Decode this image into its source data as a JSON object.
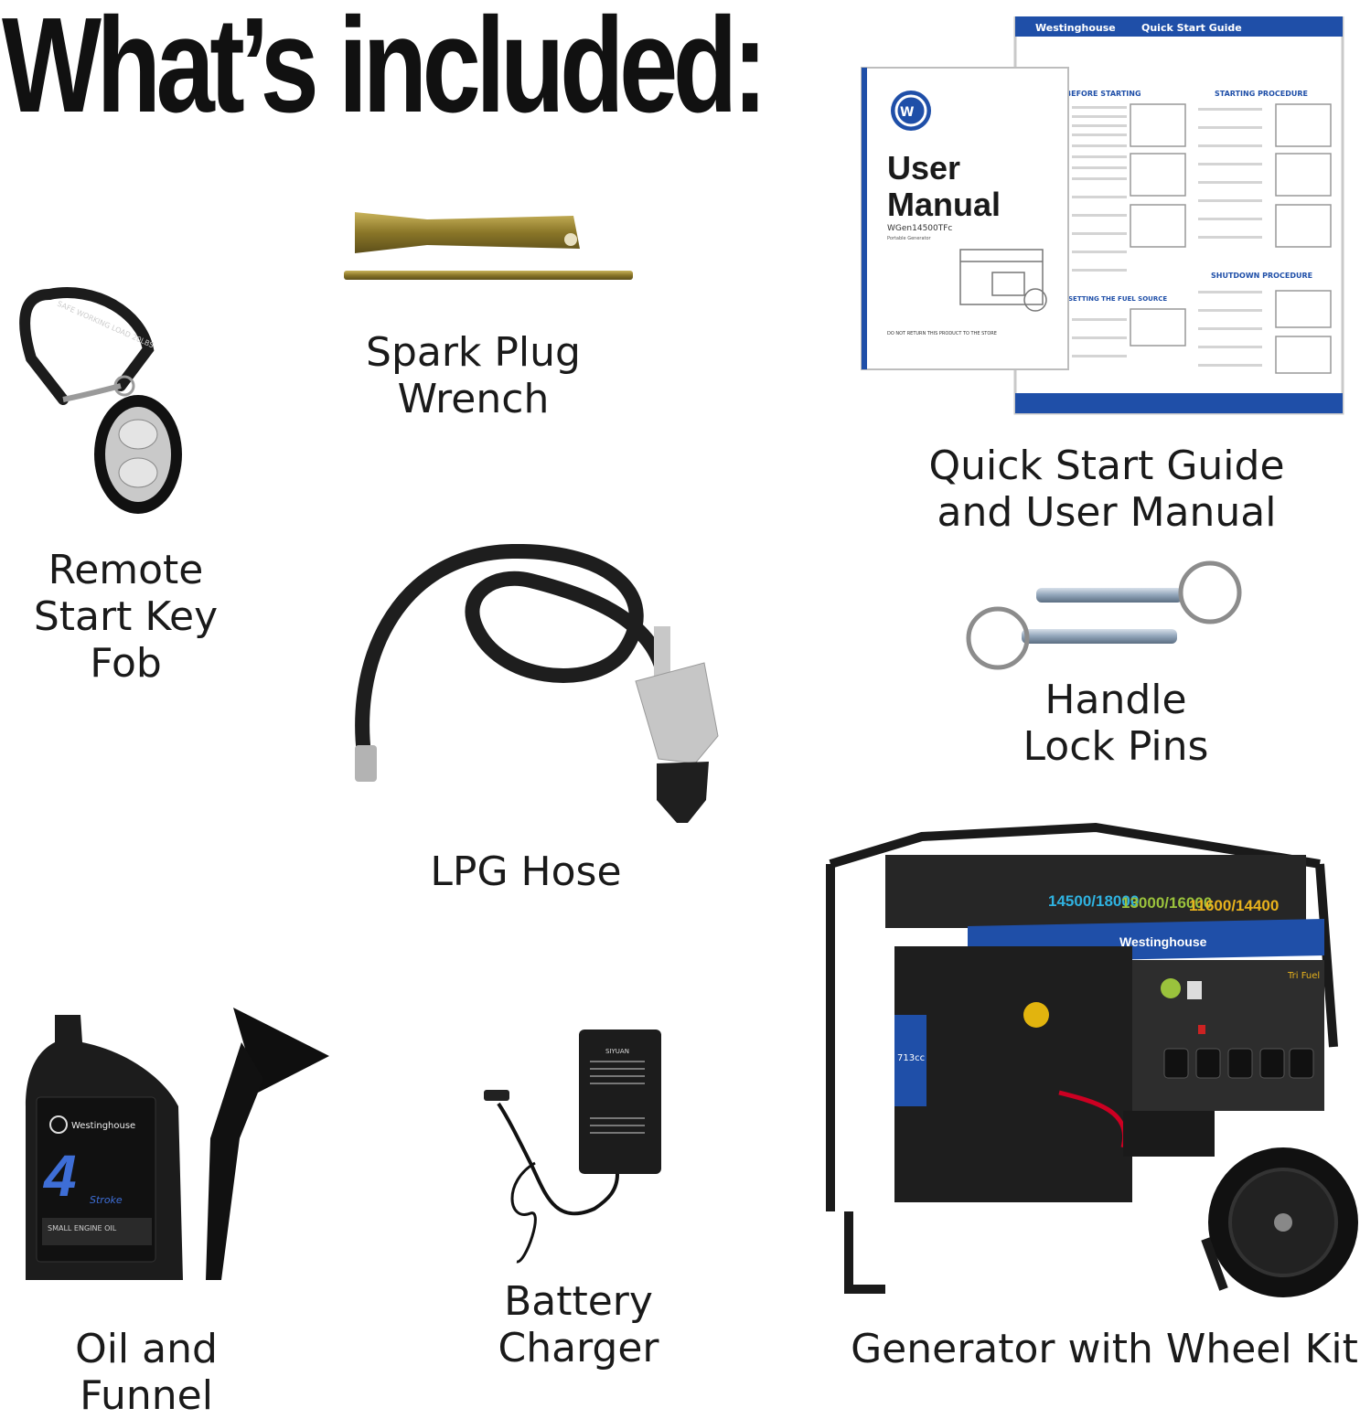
{
  "heading": "What’s included:",
  "items": {
    "keyfob": {
      "label": "Remote\nStart Key\nFob",
      "carabiner_text": "SAFE WORKING LOAD 20LBS"
    },
    "wrench": {
      "label": "Spark Plug\nWrench"
    },
    "manual": {
      "label": "Quick Start Guide\nand User Manual",
      "manual_title": "User\nManual",
      "model": "WGen14500TFc",
      "subtitle": "Portable Generator",
      "brand": "Westinghouse",
      "qsg_title": "Quick Start Guide",
      "sections": [
        "BEFORE STARTING",
        "STARTING PROCEDURE",
        "SHUTDOWN PROCEDURE",
        "SETTING THE FUEL SOURCE"
      ],
      "footer_note": "DO NOT RETURN THIS PRODUCT TO THE STORE"
    },
    "hose": {
      "label": "LPG Hose"
    },
    "pins": {
      "label": "Handle\nLock Pins"
    },
    "oil": {
      "label": "Oil and Funnel",
      "brand": "Westinghouse",
      "big": "4",
      "stroke": "Stroke",
      "desc": "SMALL ENGINE OIL"
    },
    "charger": {
      "label": "Battery\nCharger",
      "brand": "SIYUAN"
    },
    "generator": {
      "label": "Generator with Wheel Kit",
      "brand": "Westinghouse",
      "ratings": [
        {
          "text": "14500/18000",
          "color": "#2fb2e0"
        },
        {
          "text": "13000/16000",
          "color": "#9ac23c"
        },
        {
          "text": "11600/14400",
          "color": "#e8b21c"
        }
      ],
      "engine": "713cc",
      "trifuel": "Tri Fuel"
    }
  },
  "colors": {
    "accent_blue": "#1f4fa8",
    "dark": "#1b1b1b"
  }
}
